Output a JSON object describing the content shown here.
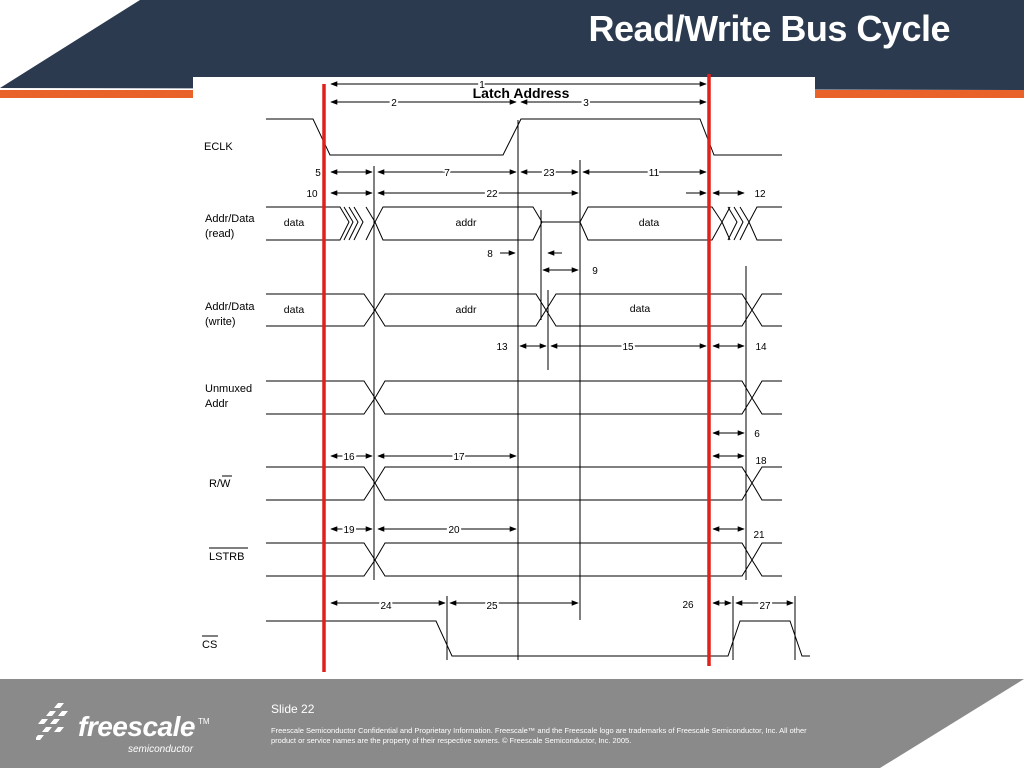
{
  "slide": {
    "title": "Read/Write Bus Cycle",
    "slide_number": "Slide 22",
    "legal_text": "Freescale Semiconductor Confidential and Proprietary Information. Freescale™ and the Freescale logo are trademarks of Freescale Semiconductor, Inc. All other product or service names are the property of their respective owners. © Freescale Semiconductor, Inc. 2005."
  },
  "logo": {
    "word": "freescale",
    "tm": "TM",
    "sub": "semiconductor"
  },
  "diagram": {
    "annotation": "Latch Address",
    "signals": {
      "eclk": [
        "ECLK"
      ],
      "addr_read": [
        "Addr/Data",
        "(read)"
      ],
      "addr_write": [
        "Addr/Data",
        "(write)"
      ],
      "unmuxed": [
        "Unmuxed",
        "Addr"
      ],
      "rw": [
        "R/W"
      ],
      "lstrb": [
        "LSTRB"
      ],
      "cs": [
        "CS"
      ]
    },
    "bus_labels": {
      "data": "data",
      "addr": "addr"
    },
    "timing_numbers": [
      "1",
      "2",
      "3",
      "5",
      "7",
      "23",
      "11",
      "10",
      "22",
      "12",
      "8",
      "9",
      "13",
      "15",
      "14",
      "6",
      "16",
      "17",
      "18",
      "19",
      "20",
      "21",
      "24",
      "25",
      "26",
      "27"
    ]
  },
  "colors": {
    "header_navy": "#2b3a4f",
    "accent_orange": "#e8622a",
    "marker_red": "#e0201b",
    "footer_gray": "#8a8a8a"
  }
}
